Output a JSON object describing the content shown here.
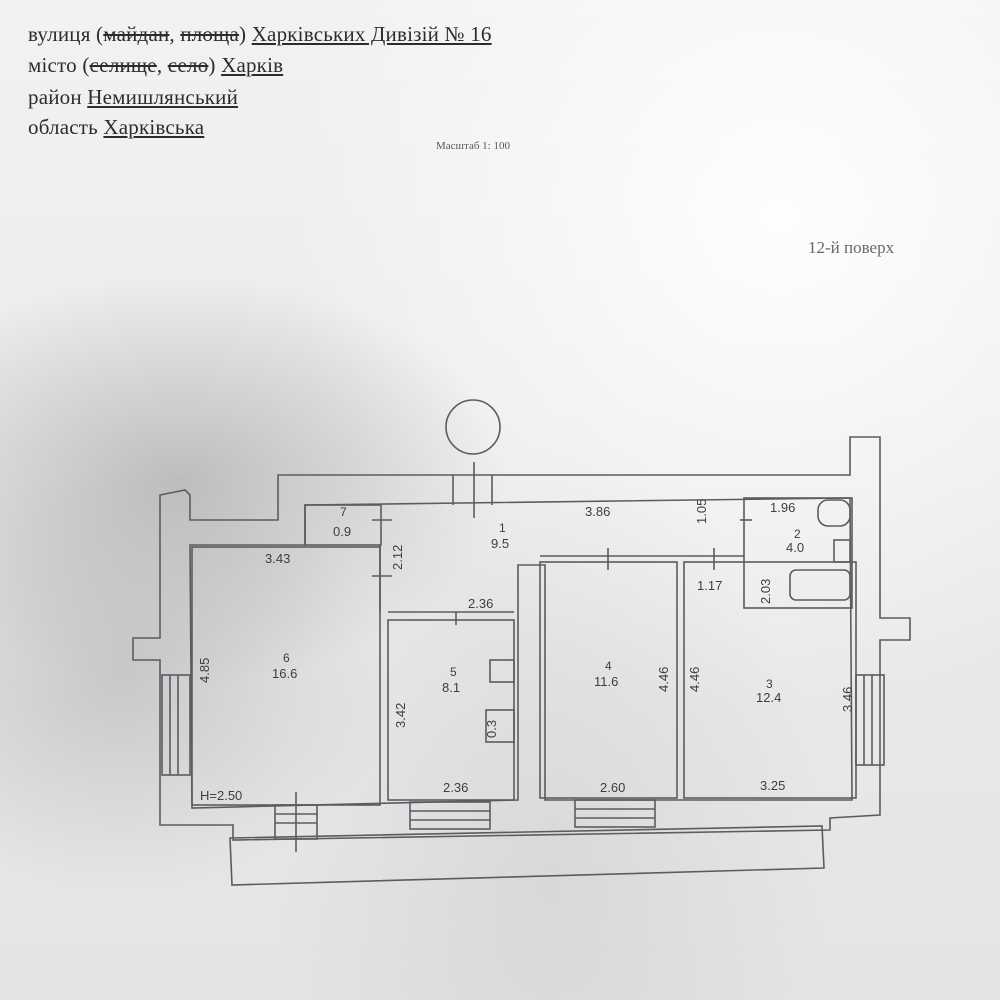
{
  "address": {
    "street": {
      "label": "вулиця",
      "paren_open": "(",
      "struck_1": "майдан",
      "sep": ",",
      "struck_2": "площа",
      "paren_close": ")",
      "value": "Харківських Дивізій № 16"
    },
    "city": {
      "label": "місто",
      "paren_open": "(",
      "struck_1": "селище",
      "sep": ",",
      "struck_2": "село",
      "paren_close": ")",
      "value": "Харків"
    },
    "district": {
      "label": "район",
      "value": "Немишлянський"
    },
    "region": {
      "label": "область",
      "value": "Харківська"
    }
  },
  "scale": "Масштаб 1: 100",
  "floor": "12-й поверх",
  "plan": {
    "rooms": [
      {
        "number": "1",
        "area": "9.5"
      },
      {
        "number": "2",
        "area": "4.0"
      },
      {
        "number": "3",
        "area": "12.4"
      },
      {
        "number": "4",
        "area": "11.6"
      },
      {
        "number": "5",
        "area": "8.1"
      },
      {
        "number": "6",
        "area": "16.6"
      },
      {
        "number": "7",
        "area": "0.9"
      }
    ],
    "dimensions": {
      "corridor_width": "3.86",
      "bath_width": "1.96",
      "corridor_depth": "1.05",
      "hall_depth": "2.12",
      "room6_width": "3.43",
      "room6_depth": "4.85",
      "room5_top_width": "2.36",
      "room5_depth": "3.42",
      "room5_bottom_width": "2.36",
      "room4_depth": "4.46",
      "room3_depth": "4.46",
      "room4_width": "2.60",
      "room3_width": "3.25",
      "bath_depth": "2.03",
      "bath_offset": "1.17",
      "room3_side": "3.46",
      "ceiling_height": "H=2.50",
      "closet_label": "0.3"
    }
  }
}
